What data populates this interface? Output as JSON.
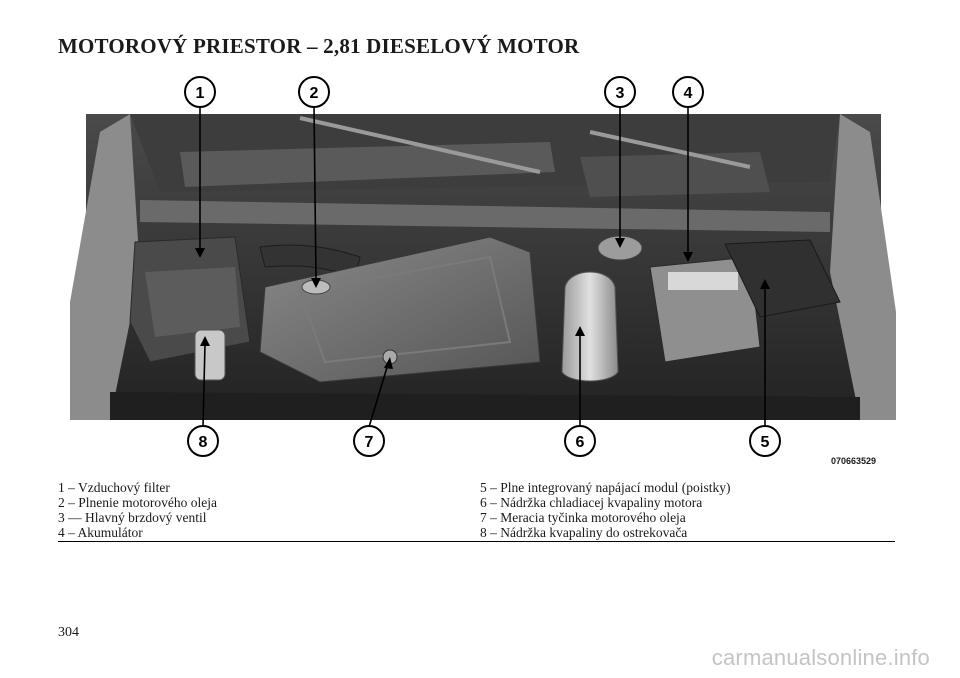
{
  "page": {
    "title": "MOTOROVÝ PRIESTOR – 2,81 DIESELOVÝ MOTOR",
    "figure_code": "070663529",
    "page_number": "304",
    "watermark": "carmanualsonline.info"
  },
  "callouts": [
    "1",
    "2",
    "3",
    "4",
    "5",
    "6",
    "7",
    "8"
  ],
  "legend": {
    "left": [
      "1 – Vzduchový filter",
      "2 – Plnenie motorového oleja",
      "3 — Hlavný brzdový ventil",
      "4 – Akumulátor"
    ],
    "right": [
      "5 – Plne integrovaný napájací modul (poistky)",
      "6 – Nádržka chladiacej kvapaliny motora",
      "7 – Meracia tyčinka motorového oleja",
      "8 – Nádržka kvapaliny do ostrekovača"
    ]
  },
  "colors": {
    "photo_dark": "#2b2b2b",
    "photo_mid": "#6e6e6e",
    "photo_light": "#b8b8b8",
    "callout": "#000000"
  }
}
